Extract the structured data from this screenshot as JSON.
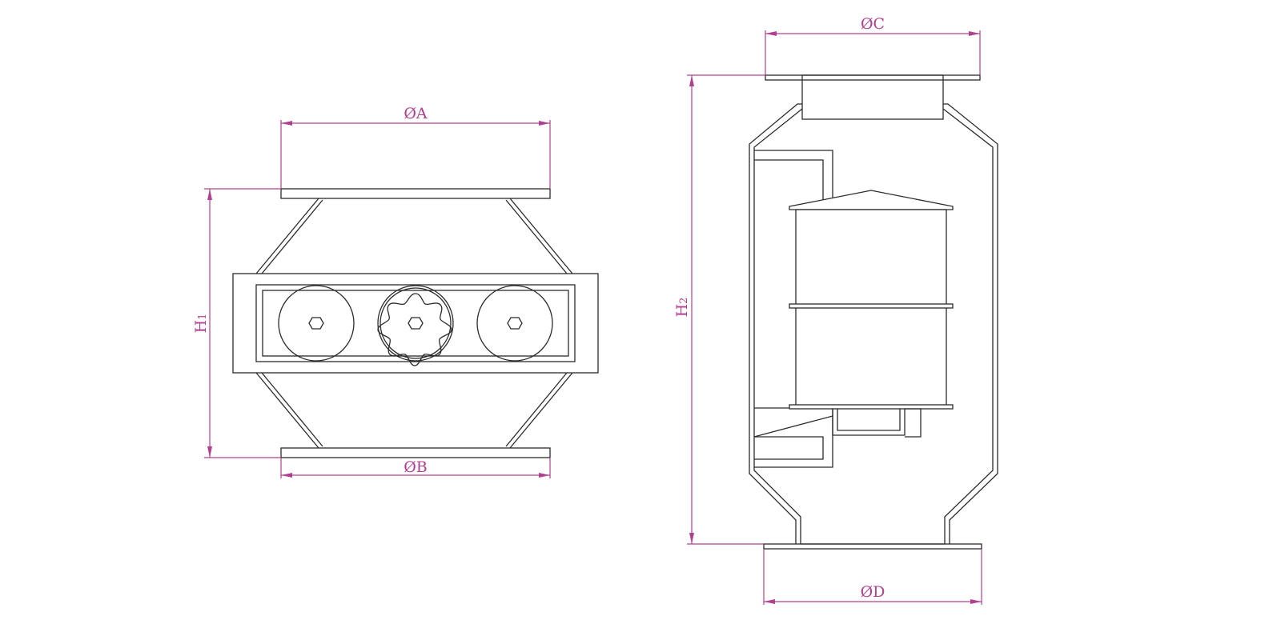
{
  "dimensions": {
    "dia_a": "ØA",
    "dia_b": "ØB",
    "dia_c": "ØC",
    "dia_d": "ØD",
    "h1_letter": "H",
    "h1_sub": "1",
    "h2_letter": "H",
    "h2_sub": "2"
  },
  "colors": {
    "linework": "#2b2b2b",
    "dimension": "#b0418f",
    "background": "#ffffff"
  }
}
